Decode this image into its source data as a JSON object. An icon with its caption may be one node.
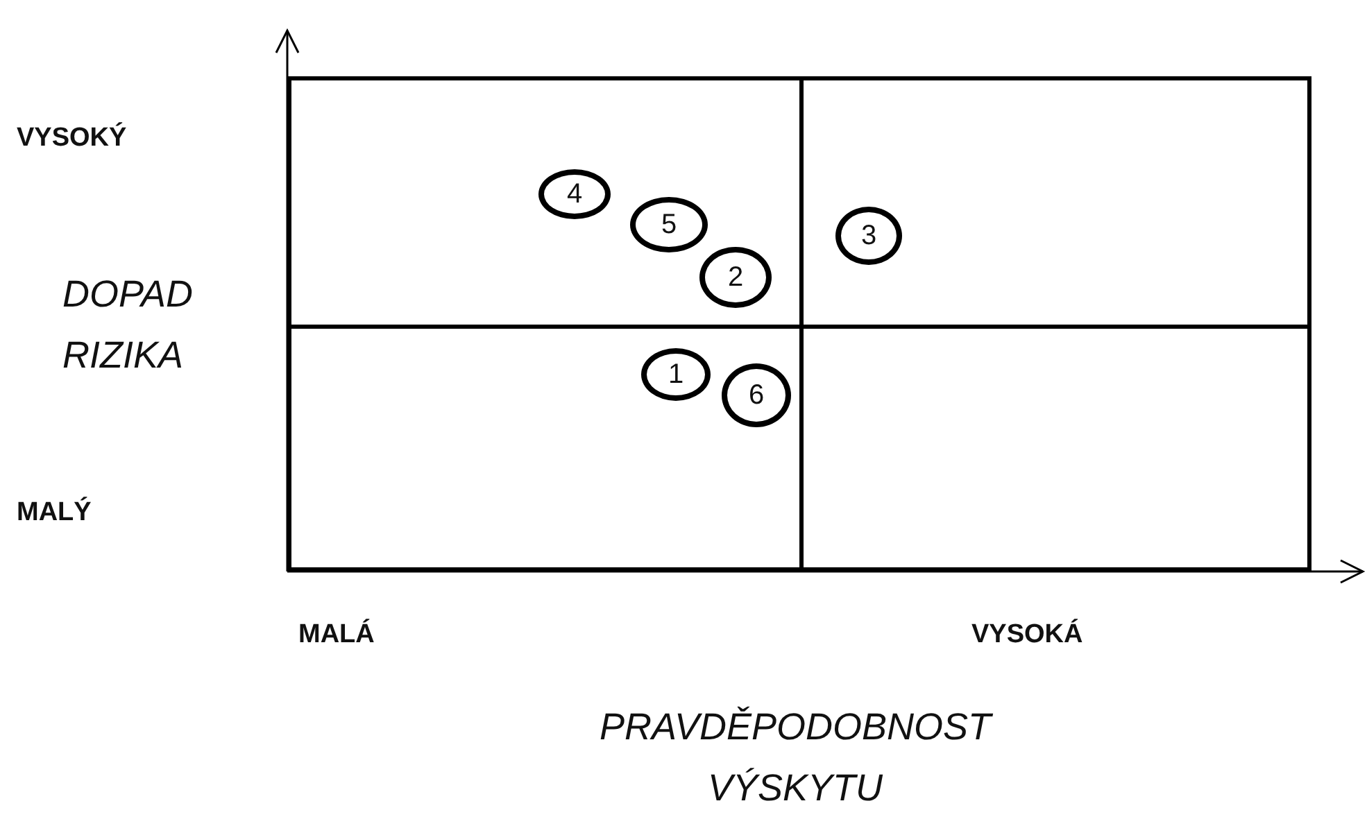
{
  "diagram": {
    "nodes": [
      {
        "text": [],
        "shape": "box"
      },
      {
        "text": [],
        "shape": "box"
      },
      {
        "text": [],
        "shape": "box"
      },
      {
        "text": [],
        "shape": "box"
      },
      {
        "text": [
          "4"
        ],
        "in": 0
      },
      {
        "text": [
          "5"
        ],
        "in": 0
      },
      {
        "text": [
          "2"
        ],
        "in": 0
      },
      {
        "text": [
          "3"
        ],
        "in": 1
      },
      {
        "text": [
          "1"
        ],
        "in": 2
      },
      {
        "text": [
          "6"
        ],
        "in": 2
      }
    ],
    "edges": [],
    "labels": [
      "VYSOKÝ",
      "DOPAD RIZIKA",
      "MALÝ",
      "MALÁ",
      "VYSOKÁ",
      "PRAVDĚPODOBNOST VÝSKYTU"
    ]
  }
}
